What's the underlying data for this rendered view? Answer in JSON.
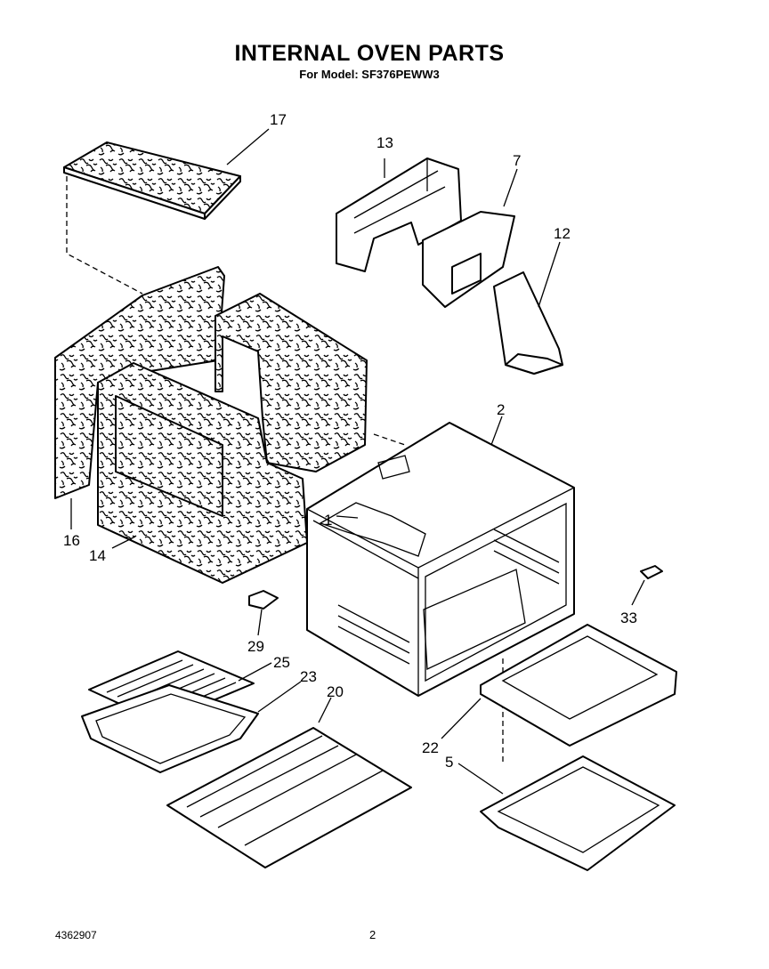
{
  "header": {
    "title": "INTERNAL OVEN PARTS",
    "subtitle": "For Model: SF376PEWW3"
  },
  "footer": {
    "doc_number": "4362907",
    "page_number": "2"
  },
  "callouts": {
    "p1": "1",
    "p2": "2",
    "p5": "5",
    "p7": "7",
    "p12": "12",
    "p13": "13",
    "p14": "14",
    "p16": "16",
    "p17": "17",
    "p20": "20",
    "p22": "22",
    "p23": "23",
    "p25": "25",
    "p29": "29",
    "p33": "33"
  }
}
